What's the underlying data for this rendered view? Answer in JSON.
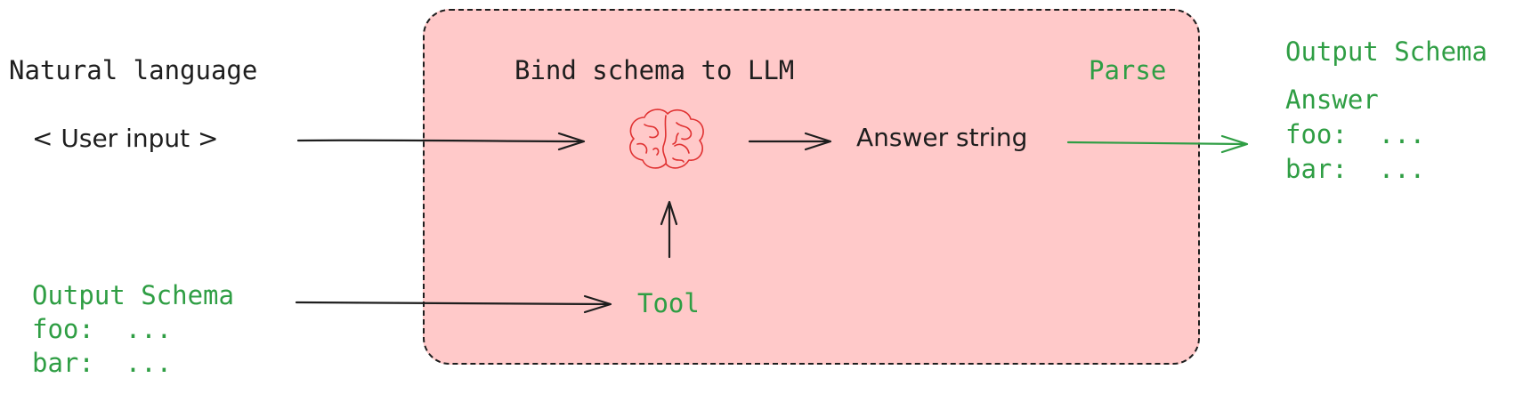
{
  "input": {
    "title": "Natural language",
    "user_input": "< User input >"
  },
  "left_schema": {
    "title": "Output Schema",
    "lines": [
      "foo:  ...",
      "bar:  ..."
    ]
  },
  "box": {
    "title": "Bind schema to LLM",
    "parse": "Parse",
    "tool": "Tool",
    "answer_string": "Answer string",
    "llm_icon": "brain-icon"
  },
  "output": {
    "title": "Output Schema",
    "lines": [
      "Answer",
      "foo:  ...",
      "bar:  ..."
    ]
  },
  "colors": {
    "box_fill": "#ffc9c9",
    "accent_green": "#2f9e44",
    "ink": "#1e1e1e",
    "brain": "#e03131"
  }
}
